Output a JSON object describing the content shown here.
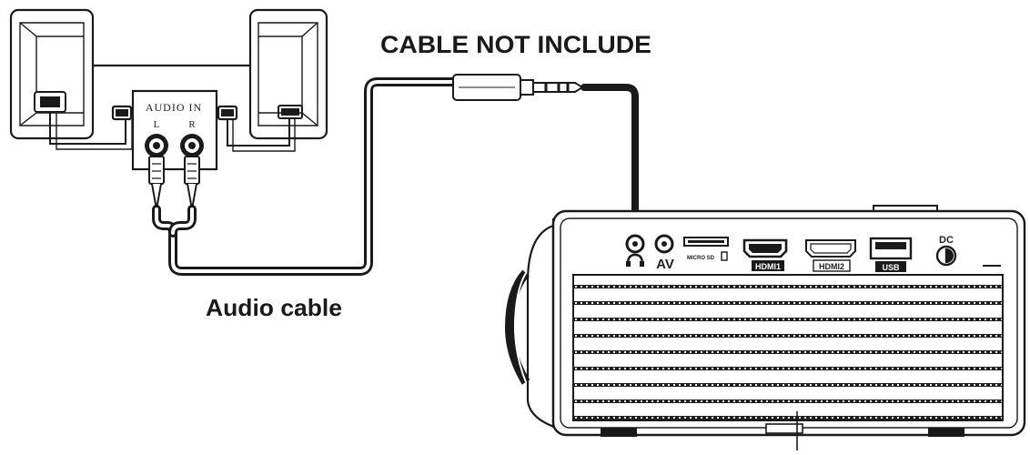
{
  "labels": {
    "cable_not_include": "CABLE NOT INCLUDE",
    "audio_cable": "Audio cable"
  },
  "speaker_panel": {
    "audio_in": "AUDIO IN",
    "left": "L",
    "right": "R"
  },
  "projector_ports": {
    "av": "AV",
    "card_slot": "MICRO SD",
    "hdmi1": "HDMI1",
    "hdmi2": "HDMI2",
    "usb": "USB",
    "dc": "DC"
  },
  "colors": {
    "line": "#1a1a1a",
    "background": "#ffffff"
  }
}
